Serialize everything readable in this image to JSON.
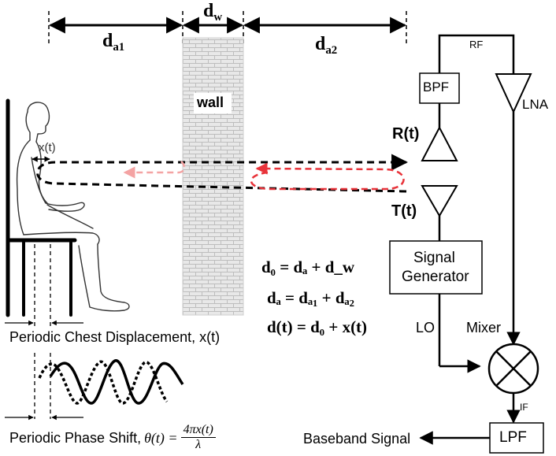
{
  "distances": {
    "da1": {
      "main": "d",
      "sub": "a1"
    },
    "dw": {
      "main": "d",
      "sub": "w"
    },
    "da2": {
      "main": "d",
      "sub": "a2"
    }
  },
  "wall_label": "wall",
  "signals": {
    "xt": "x(t)",
    "Rt": "R(t)",
    "Tt": "T(t)",
    "RF": "RF",
    "LO": "LO",
    "IF": "IF"
  },
  "blocks": {
    "bpf": "BPF",
    "lna": "LNA",
    "signal_generator_line1": "Signal",
    "signal_generator_line2": "Generator",
    "mixer": "Mixer",
    "lpf": "LPF"
  },
  "equations": {
    "eq1": "d₀ = dₐ + d_w",
    "eq2": "dₐ = dₐ₁ + dₐ₂",
    "eq3": "d(t) = d₀ + x(t)"
  },
  "captions": {
    "chest": "Periodic Chest Displacement, x(t)",
    "phase_prefix": "Periodic Phase Shift, ",
    "phase_theta": "θ(t) = ",
    "phase_num": "4πx(t)",
    "phase_den": "λ",
    "baseband": "Baseband Signal"
  },
  "colors": {
    "wall_fill": "#e6e6e6",
    "wall_brick": "#bdbdbd",
    "reflection": "#e8333a",
    "reflection_light": "#f4a3a3",
    "line": "#000000"
  }
}
